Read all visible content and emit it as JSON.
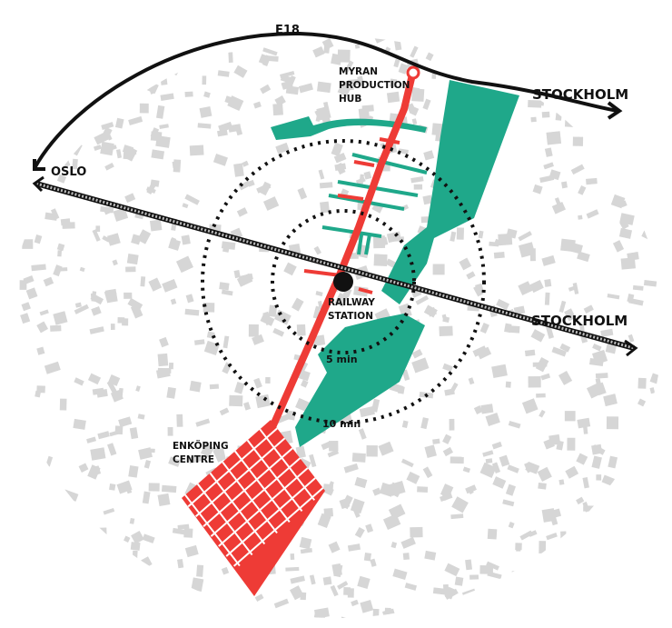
{
  "labels": {
    "road": "E18",
    "west": "OSLO",
    "east_road": "STOCKHOLM",
    "east_rail": "STOCKHOLM",
    "hub_line1": "MYRAN",
    "hub_line2": "PRODUCTION",
    "hub_line3": "HUB",
    "station_line1": "RAILWAY",
    "station_line2": "STATION",
    "ring_inner": "5 min",
    "ring_outer": "10 min",
    "centre_line1": "ENKÖPING",
    "centre_line2": "CENTRE"
  },
  "colors": {
    "green": "#1fa88a",
    "red": "#ee3b36",
    "building": "#d6d6d6",
    "ink": "#111111"
  }
}
